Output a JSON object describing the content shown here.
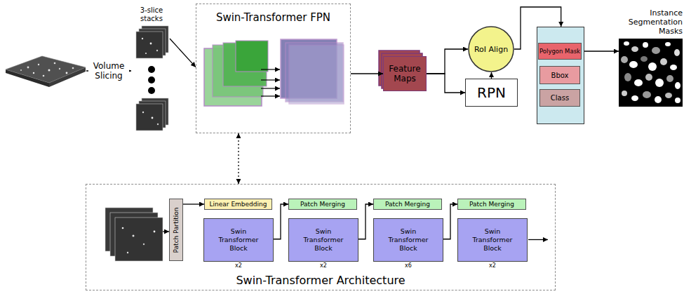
{
  "diagram": {
    "nodes": [
      {
        "text": [
          "3-slice stacks"
        ]
      },
      {
        "text": [
          "Swin-Transformer FPN"
        ]
      },
      {
        "text": [
          "Feature Maps"
        ]
      },
      {
        "text": [
          "RoI Align"
        ]
      },
      {
        "text": [
          "RPN"
        ]
      },
      {
        "text": []
      },
      {
        "text": [
          "Polygon Mask"
        ],
        "in": 5
      },
      {
        "text": [
          "Bbox"
        ],
        "in": 5
      },
      {
        "text": [
          "Class"
        ],
        "in": 5
      },
      {
        "text": [
          "Instance Segmentation Masks"
        ]
      },
      {
        "text": [
          "Swin-Transformer Architecture"
        ]
      },
      {
        "text": [
          "Patch Partition"
        ],
        "in": 10
      },
      {
        "text": [
          "Linear Embedding"
        ],
        "in": 10
      },
      {
        "text": [
          "Swin Transformer Block",
          "x2"
        ],
        "in": 10
      },
      {
        "text": [
          "Patch Merging"
        ],
        "in": 10
      },
      {
        "text": [
          "Swin Transformer Block",
          "x2"
        ],
        "in": 10
      },
      {
        "text": [
          "Patch Merging"
        ],
        "in": 10
      },
      {
        "text": [
          "Swin Transformer Block",
          "x6"
        ],
        "in": 10
      },
      {
        "text": [
          "Patch Merging"
        ],
        "in": 10
      },
      {
        "text": [
          "Swin Transformer Block",
          "x2"
        ],
        "in": 10
      }
    ],
    "edges": [
      {
        "from": 0,
        "to": 1,
        "arrow": "to"
      },
      {
        "from": 1,
        "to": 2,
        "arrow": "to"
      },
      {
        "from": 2,
        "to": 3,
        "arrow": "to"
      },
      {
        "from": 2,
        "to": 4,
        "arrow": "to"
      },
      {
        "from": 4,
        "to": 3,
        "arrow": "to"
      },
      {
        "from": 3,
        "to": 5,
        "arrow": "to"
      },
      {
        "from": 6,
        "to": 9,
        "arrow": "to"
      },
      {
        "from": 1,
        "to": 10,
        "arrow": "both"
      },
      {
        "from": 11,
        "to": 12,
        "arrow": "to"
      },
      {
        "from": 13,
        "to": 14,
        "arrow": "to"
      },
      {
        "from": 15,
        "to": 16,
        "arrow": "to"
      },
      {
        "from": 17,
        "to": 18,
        "arrow": "to"
      }
    ],
    "labels": [
      "Volume Slicing"
    ]
  }
}
